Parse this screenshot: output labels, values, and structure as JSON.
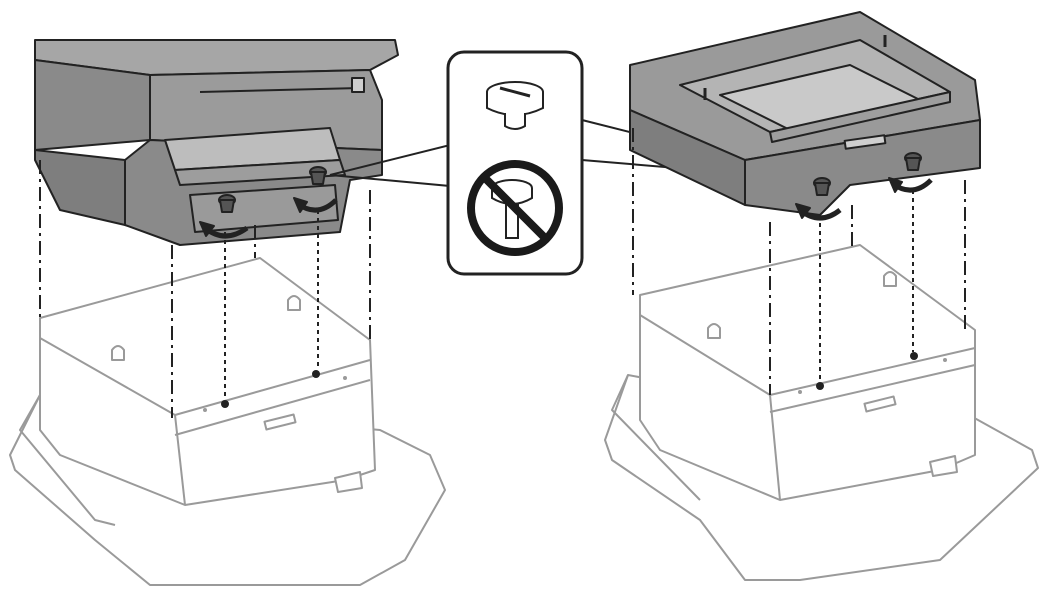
{
  "diagram": {
    "panels": [
      {
        "id": "left",
        "subject": "printer-unit"
      },
      {
        "id": "right",
        "subject": "optional-paper-cassette-unit"
      }
    ],
    "callout": {
      "items": [
        {
          "icon": "thumbscrew-correct-icon",
          "state": "allowed"
        },
        {
          "icon": "thumbscrew-prohibited-icon",
          "state": "prohibited"
        }
      ]
    },
    "colors": {
      "body_dark": "#8a8a8a",
      "body_mid": "#a6a6a6",
      "body_light": "#c9c9c9",
      "outline": "#222222",
      "base_fill": "#ffffff",
      "base_stroke": "#9a9a9a",
      "prohibit": "#1a1a1a"
    }
  }
}
